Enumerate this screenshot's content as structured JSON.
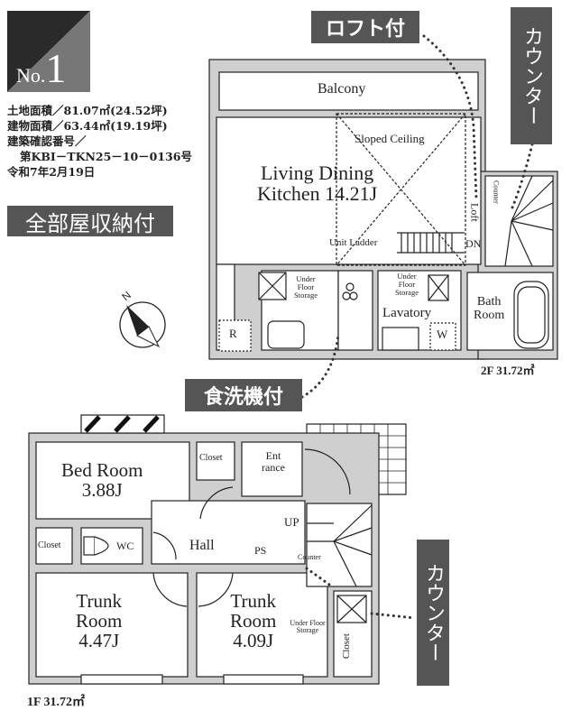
{
  "header": {
    "number_label": "No.",
    "number": "1"
  },
  "info": {
    "land_area": "土地面積／81.07㎡(24.52坪)",
    "building_area": "建物面積／63.44㎡(19.19坪)",
    "permit_label": "建築確認番号／",
    "permit_number": "第KBI－TKN25－10－0136号",
    "permit_date": "令和7年2月19日"
  },
  "badges": {
    "storage": "全部屋収納付",
    "loft": "ロフト付",
    "counter_top": "カウンター",
    "dishwasher": "食洗機付",
    "counter_bottom": "カウンター"
  },
  "compass": {
    "label": "N"
  },
  "floor2": {
    "balcony": "Balcony",
    "sloped_ceiling": "Sloped Ceiling",
    "ldk_line1": "Living Dining",
    "ldk_line2": "Kitchen 14.21J",
    "unit_ladder": "Unit Ladder",
    "dn": "DN",
    "loft": "Loft",
    "counter": "Counter",
    "ufs_kitchen": "Under Floor Storage",
    "refrigerator": "R",
    "ufs_lavatory": "Under Floor Storage",
    "lavatory": "Lavatory",
    "washer": "W",
    "bath_line1": "Bath",
    "bath_line2": "Room",
    "area": "2F 31.72㎡"
  },
  "floor1": {
    "bed_line1": "Bed Room",
    "bed_line2": "3.88J",
    "closet_bed": "Closet",
    "entrance_line1": "Ent",
    "entrance_line2": "rance",
    "up": "UP",
    "closet_left": "Closet",
    "wc": "WC",
    "hall": "Hall",
    "ps": "PS",
    "counter": "Counter",
    "trunk1_line1": "Trunk",
    "trunk1_line2": "Room",
    "trunk1_line3": "4.47J",
    "trunk2_line1": "Trunk",
    "trunk2_line2": "Room",
    "trunk2_line3": "4.09J",
    "ufs": "Under Floor Storage",
    "closet_right": "Closet",
    "area": "1F 31.72㎡"
  }
}
